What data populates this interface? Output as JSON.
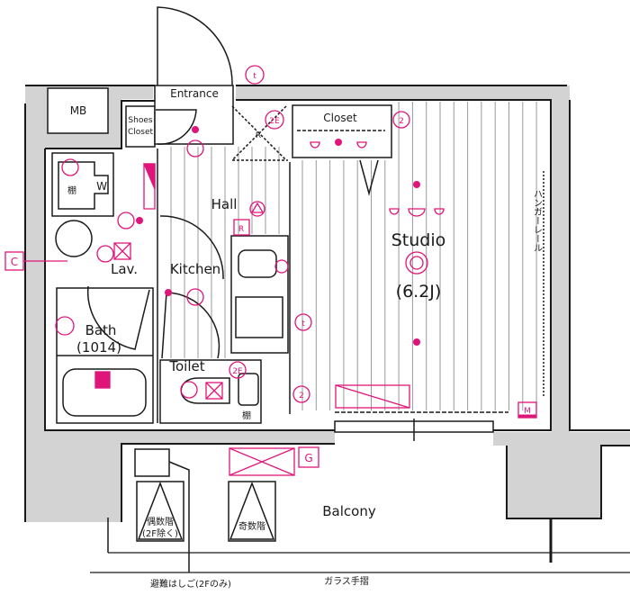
{
  "colors": {
    "wall": "#d3d3d3",
    "line": "#1a1a1a",
    "accent": "#e0157a",
    "floor_line": "#9a9a9a"
  },
  "rooms": {
    "entrance": "Entrance",
    "mb": "MB",
    "shoes_closet_line1": "Shoes",
    "shoes_closet_line2": "Closet",
    "hall": "Hall",
    "kitchen": "Kitchen",
    "lavatory": "Lav.",
    "bath": "Bath",
    "bath_size": "(1014)",
    "toilet": "Toilet",
    "closet": "Closet",
    "studio": "Studio",
    "studio_size": "(6.2J)",
    "balcony": "Balcony"
  },
  "fixtures": {
    "washer": "W",
    "shelf_lav": "棚",
    "shelf_toilet": "棚",
    "hanger_rail": "ハンガーレール",
    "glass_handrail": "ガラス手摺",
    "escape_ladder": "避難はしご(2Fのみ)",
    "even_floors_line1": "偶数階",
    "even_floors_line2": "(2F除く)",
    "odd_floors": "奇数階",
    "refrigerator_space": "R",
    "storage_r": "R"
  },
  "symbols": {
    "c_marker": "C",
    "g_marker": "G",
    "m_marker": "M",
    "tel_outlet": "t",
    "outlet_2": "2",
    "outlet_2e": "2E"
  }
}
